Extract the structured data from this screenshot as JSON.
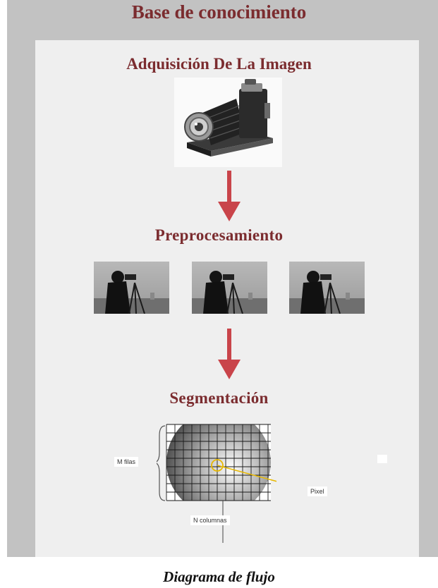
{
  "header": {
    "title": "Base de conocimiento"
  },
  "steps": [
    {
      "label": "Adquisición De La Imagen",
      "icon": "camera-icon"
    },
    {
      "label": "Preprocesamiento",
      "icon": "cameraman-photo-icon"
    },
    {
      "label": "Segmentación",
      "icon": "pixel-grid-icon"
    }
  ],
  "segmentation_figure": {
    "rows_label": "M filas",
    "columns_label": "N columnas",
    "pixel_label": "Pixel"
  },
  "caption": "Diagrama de flujo",
  "colors": {
    "title": "#7b2c2f",
    "arrow": "#c9444a",
    "frame": "#c2c2c2",
    "panel": "#efefef",
    "pixel_marker": "#e8b800"
  }
}
